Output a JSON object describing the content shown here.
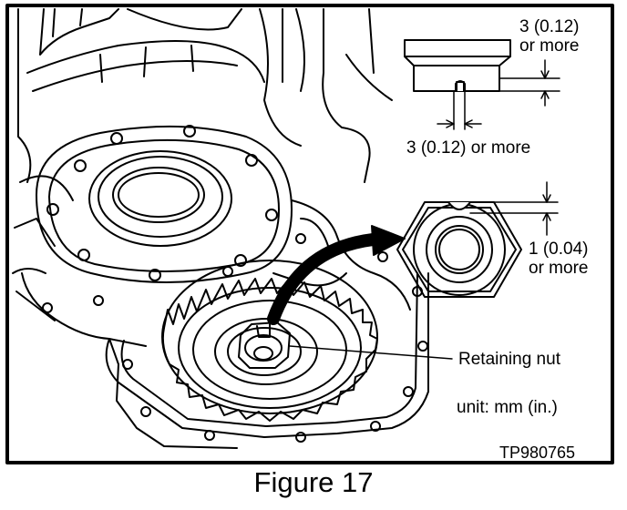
{
  "figure": {
    "caption": "Figure 17",
    "code": "TP980765",
    "unit": "unit: mm (in.)"
  },
  "labels": {
    "top_dim_line1": "3 (0.12)",
    "top_dim_line2": "or more",
    "slot_width_dim": "3 (0.12) or more",
    "hex_dim_line1": "1 (0.04)",
    "hex_dim_line2": "or more",
    "retaining_nut": "Retaining nut"
  }
}
